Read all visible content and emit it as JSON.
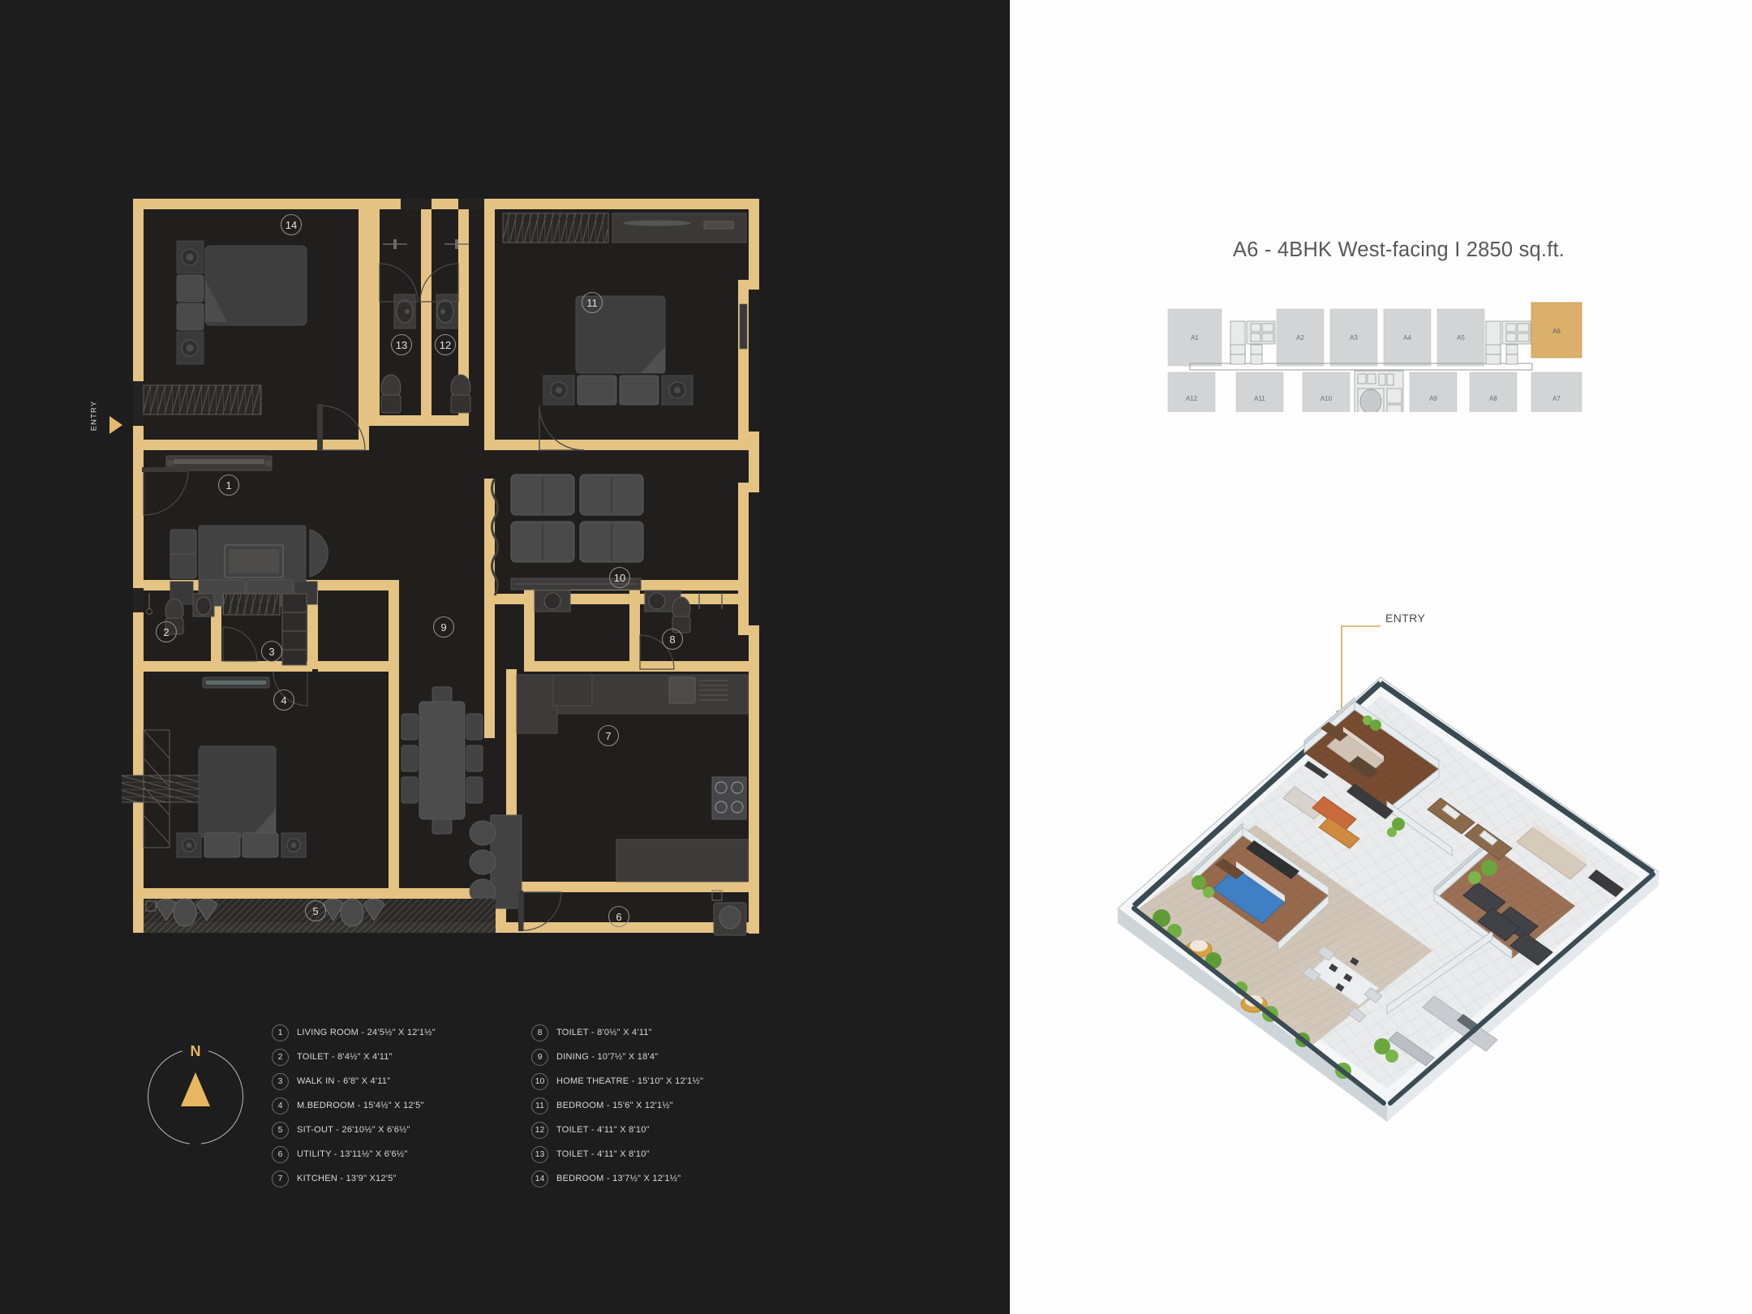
{
  "panels": {
    "dark_bg": "#1e1d1d",
    "light_bg": "#fefefe",
    "wall_color": "#e5c383",
    "accent_gold": "#e5b96d",
    "highlight_unit_color": "#dbb06a"
  },
  "plan": {
    "entry_marker_label": "ENTRY",
    "room_numbers": [
      1,
      2,
      3,
      4,
      5,
      6,
      7,
      8,
      9,
      10,
      11,
      12,
      13,
      14
    ]
  },
  "compass": {
    "north_label": "N"
  },
  "legend": {
    "left_column": [
      {
        "num": "1",
        "text": "LIVING ROOM - 24'5½\" X 12'1½\""
      },
      {
        "num": "2",
        "text": "TOILET - 8'4½\" X 4'11\""
      },
      {
        "num": "3",
        "text": "WALK IN - 6'8\" X 4'11\""
      },
      {
        "num": "4",
        "text": "M.BEDROOM - 15'4½\" X 12'5\""
      },
      {
        "num": "5",
        "text": "SIT-OUT - 26'10½\" X 6'6½\""
      },
      {
        "num": "6",
        "text": "UTILITY - 13'11½\" X 6'6½\""
      },
      {
        "num": "7",
        "text": "KITCHEN - 13'9\" X12'5\""
      }
    ],
    "right_column": [
      {
        "num": "8",
        "text": "TOILET - 8'0½\" X 4'11\""
      },
      {
        "num": "9",
        "text": "DINING - 10'7½\" X 18'4\""
      },
      {
        "num": "10",
        "text": "HOME THEATRE - 15'10\" X 12'1½\""
      },
      {
        "num": "11",
        "text": "BEDROOM - 15'6\" X 12'1½\""
      },
      {
        "num": "12",
        "text": "TOILET - 4'11\" X 8'10\""
      },
      {
        "num": "13",
        "text": "TOILET - 4'11\" X 8'10\""
      },
      {
        "num": "14",
        "text": "BEDROOM - 13'7½\" X 12'1½\""
      }
    ]
  },
  "unit": {
    "title": "A6 - 4BHK West-facing I 2850 sq.ft."
  },
  "keyplan": {
    "top_row": [
      "A1",
      "A2",
      "A3",
      "A4",
      "A5",
      "A6"
    ],
    "bottom_row": [
      "A12",
      "A11",
      "A10",
      "A9",
      "A8",
      "A7"
    ],
    "highlighted": "A6"
  },
  "entry_callout": {
    "label": "ENTRY"
  }
}
